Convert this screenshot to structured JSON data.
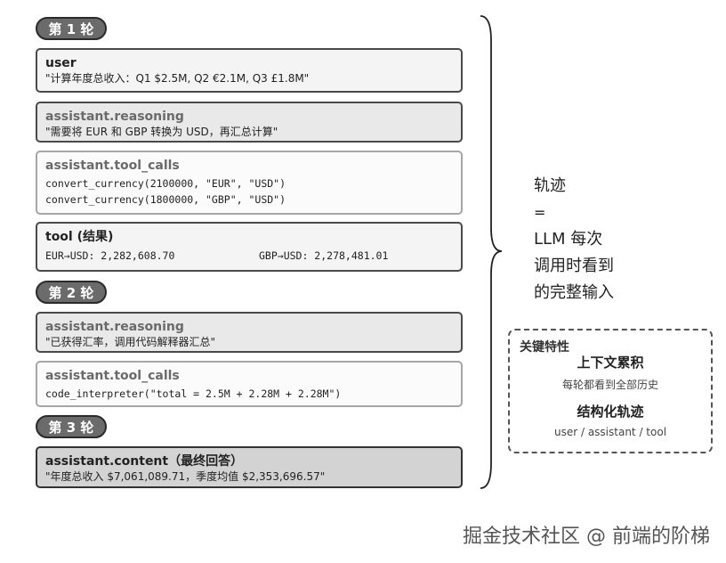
{
  "rounds": [
    {
      "label": "第 1 轮"
    },
    {
      "label": "第 2 轮"
    },
    {
      "label": "第 3 轮"
    }
  ],
  "messages": [
    {
      "title": "user",
      "lines": [
        "\"计算年度总收入：Q1 $2.5M, Q2 €2.1M, Q3 £1.8M\""
      ]
    },
    {
      "title": "assistant.reasoning",
      "lines": [
        "\"需要将 EUR 和 GBP 转换为 USD，再汇总计算\""
      ]
    },
    {
      "title": "assistant.tool_calls",
      "lines": [
        "convert_currency(2100000, \"EUR\", \"USD\")",
        "convert_currency(1800000, \"GBP\", \"USD\")"
      ]
    },
    {
      "title": "tool (结果)",
      "lines": [
        "EUR→USD: 2,282,608.70",
        "GBP→USD: 2,278,481.01"
      ]
    },
    {
      "title": "assistant.reasoning",
      "lines": [
        "\"已获得汇率，调用代码解释器汇总\""
      ]
    },
    {
      "title": "assistant.tool_calls",
      "lines": [
        "code_interpreter(\"total = 2.5M + 2.28M + 2.28M\")"
      ]
    },
    {
      "title": "assistant.content（最终回答）",
      "lines": [
        "\"年度总收入 $7,061,089.71，季度均值 $2,353,696.57\""
      ]
    }
  ],
  "summary": {
    "title": "轨迹",
    "equals": "=",
    "line1": "LLM 每次",
    "line2": "调用时看到",
    "line3": "的完整输入"
  },
  "features": {
    "title": "关键特性",
    "items": [
      {
        "heading": "上下文累积",
        "desc": "每轮都看到全部历史"
      },
      {
        "heading": "结构化轨迹",
        "desc": "user / assistant / tool"
      }
    ]
  },
  "watermark": "掘金技术社区 @ 前端的阶梯"
}
